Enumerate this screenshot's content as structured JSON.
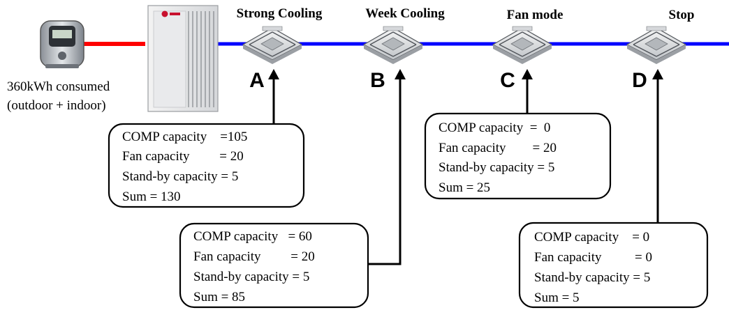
{
  "meter": {
    "line1": "360kWh consumed",
    "line2": "(outdoor + indoor)"
  },
  "units": [
    {
      "letter": "A",
      "mode": "Strong Cooling",
      "box": {
        "comp": "COMP capacity    =105",
        "fan": "Fan capacity         = 20",
        "standby": "Stand-by capacity = 5",
        "sum": "Sum = 130"
      }
    },
    {
      "letter": "B",
      "mode": "Week Cooling",
      "box": {
        "comp": "COMP capacity   = 60",
        "fan": "Fan capacity         = 20",
        "standby": "Stand-by capacity = 5",
        "sum": "Sum = 85"
      }
    },
    {
      "letter": "C",
      "mode": "Fan mode",
      "box": {
        "comp": "COMP capacity  =  0",
        "fan": "Fan capacity        = 20",
        "standby": "Stand-by capacity = 5",
        "sum": "Sum = 25"
      }
    },
    {
      "letter": "D",
      "mode": "Stop",
      "box": {
        "comp": "COMP capacity    = 0",
        "fan": "Fan capacity          = 0",
        "standby": "Stand-by capacity = 5",
        "sum": "Sum = 5"
      }
    }
  ],
  "colors": {
    "power_line": "#ff0000",
    "refrigerant_line": "#0000ff",
    "connector": "#000000"
  }
}
